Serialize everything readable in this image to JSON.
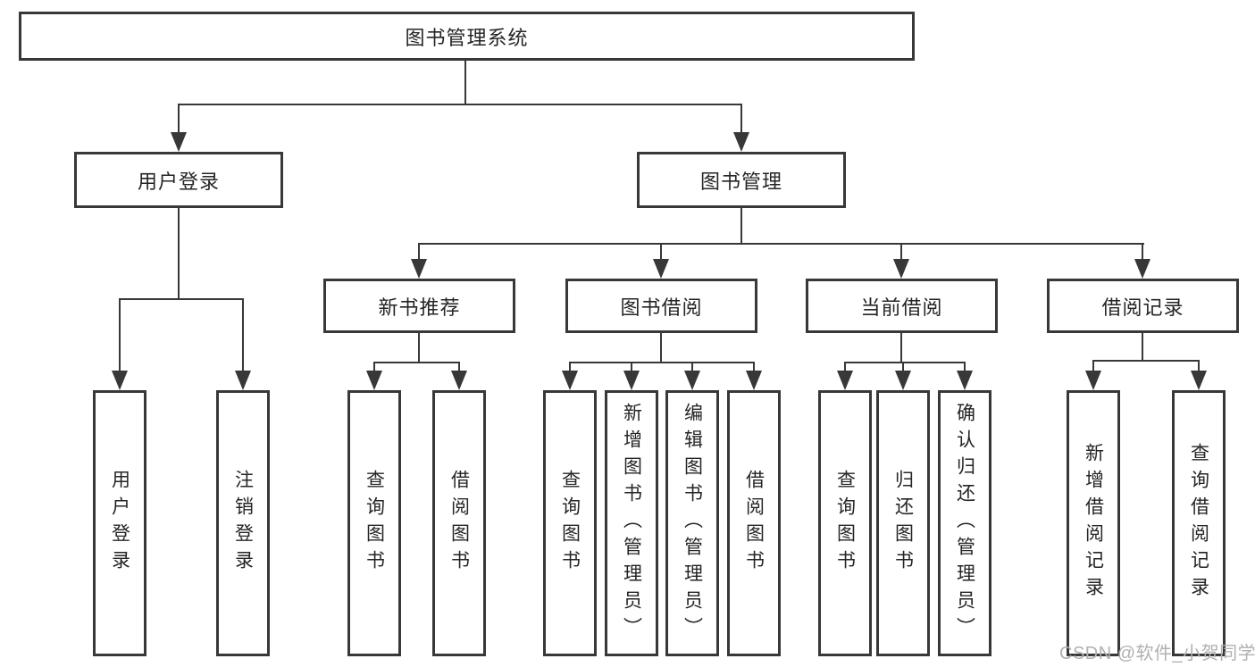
{
  "tree": {
    "root": {
      "label": "图书管理系统"
    },
    "user_login": {
      "label": "用户登录",
      "children": {
        "login": {
          "label": "用户登录"
        },
        "logout": {
          "label": "注销登录"
        }
      }
    },
    "book_mgmt": {
      "label": "图书管理",
      "sections": {
        "new_books": {
          "label": "新书推荐",
          "children": {
            "query": {
              "label": "查询图书"
            },
            "borrow": {
              "label": "借阅图书"
            }
          }
        },
        "borrowing": {
          "label": "图书借阅",
          "children": {
            "query": {
              "label": "查询图书"
            },
            "add": {
              "label": "新增图书（管理员）"
            },
            "edit": {
              "label": "编辑图书（管理员）"
            },
            "borrow": {
              "label": "借阅图书"
            }
          }
        },
        "current": {
          "label": "当前借阅",
          "children": {
            "query": {
              "label": "查询图书"
            },
            "return": {
              "label": "归还图书"
            },
            "confirm": {
              "label": "确认归还（管理员）"
            }
          }
        },
        "records": {
          "label": "借阅记录",
          "children": {
            "add": {
              "label": "新增借阅记录"
            },
            "query": {
              "label": "查询借阅记录"
            }
          }
        }
      }
    }
  },
  "watermark": {
    "text": "CSDN @软件_小贺同学"
  },
  "colors": {
    "line": "#383838",
    "text": "#252525",
    "box_background": "#ffffff",
    "watermark": "#b0b0b0",
    "page_background": "#ffffff"
  }
}
